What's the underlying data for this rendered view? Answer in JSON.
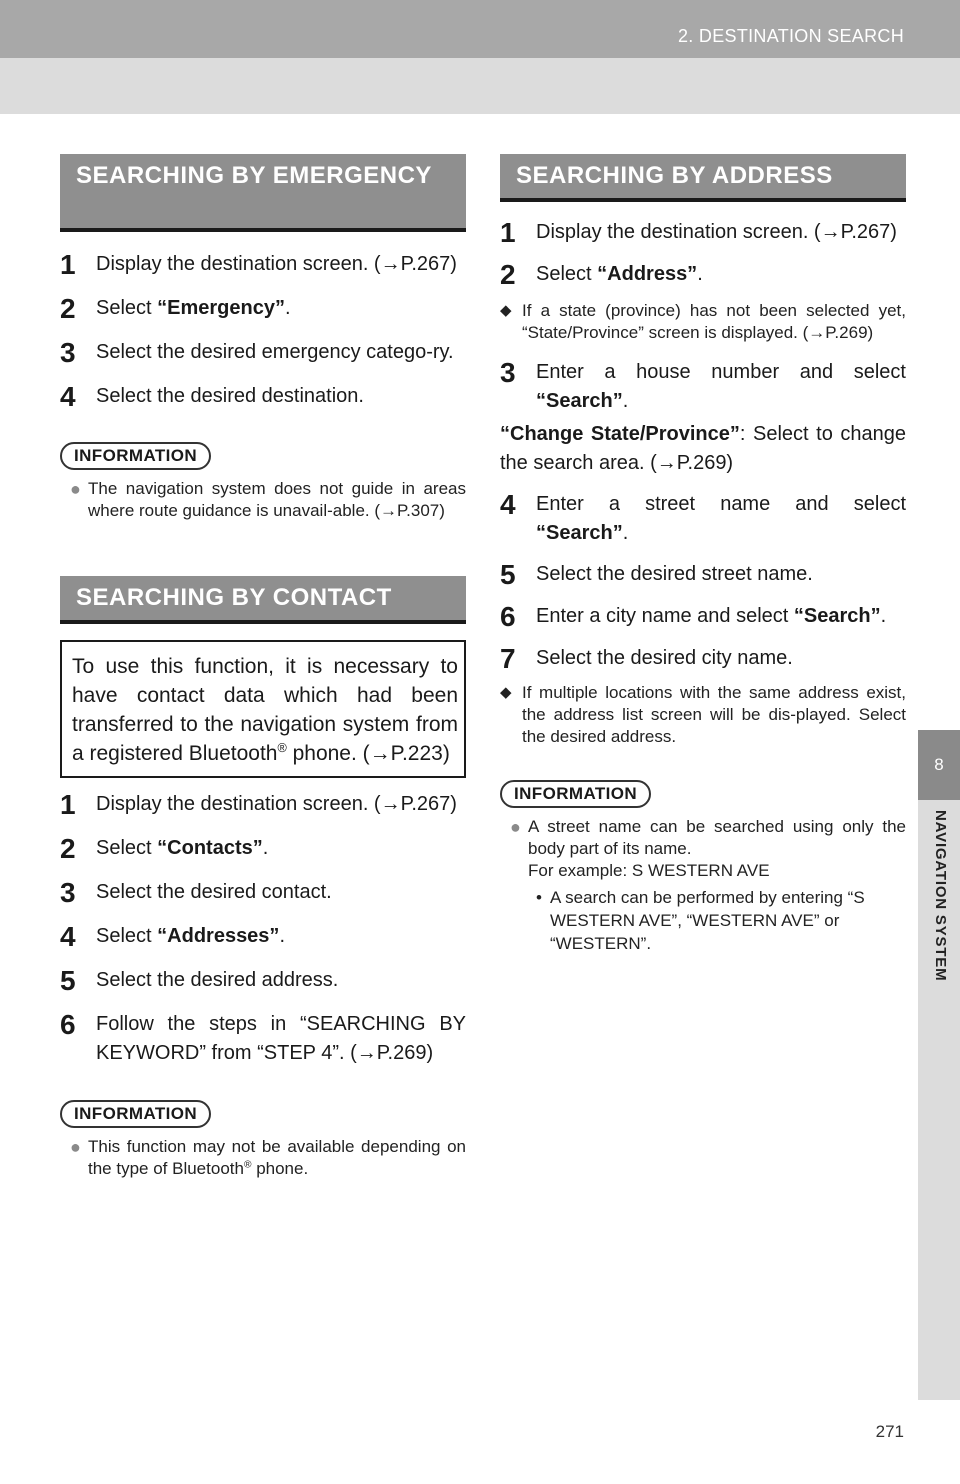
{
  "header": {
    "title": "2. DESTINATION SEARCH"
  },
  "sidebar": {
    "chapter_num": "8",
    "chapter_label": "NAVIGATION SYSTEM"
  },
  "page_number": "271",
  "emergency": {
    "heading": "SEARCHING BY EMERGENCY",
    "steps": [
      {
        "num": "1",
        "text": "Display the destination screen. (→P.267)"
      },
      {
        "num": "2",
        "prefix": "Select ",
        "bold": "“Emergency”",
        "suffix": "."
      },
      {
        "num": "3",
        "text": "Select the desired emergency catego-ry."
      },
      {
        "num": "4",
        "text": "Select the desired destination."
      }
    ],
    "info_label": "INFORMATION",
    "info_items": [
      "The navigation system does not guide in areas where route guidance is unavail-able. (→P.307)"
    ]
  },
  "contact": {
    "heading": "SEARCHING BY CONTACT",
    "note_a": "To use this function, it is necessary to have contact data which had been transferred to the navigation system from a registered Bluetooth",
    "note_sup": "®",
    "note_b": " phone. (→P.223)",
    "steps": [
      {
        "num": "1",
        "text": "Display the destination screen. (→P.267)"
      },
      {
        "num": "2",
        "prefix": "Select ",
        "bold": "“Contacts”",
        "suffix": "."
      },
      {
        "num": "3",
        "text": "Select the desired contact."
      },
      {
        "num": "4",
        "prefix": "Select ",
        "bold": "“Addresses”",
        "suffix": "."
      },
      {
        "num": "5",
        "text": "Select the desired address."
      },
      {
        "num": "6",
        "text": "Follow the steps in “SEARCHING BY KEYWORD” from “STEP 4”. (→P.269)"
      }
    ],
    "info_label": "INFORMATION",
    "info_a": "This function may not be available depending on the type of Bluetooth",
    "info_sup": "®",
    "info_b": " phone."
  },
  "address": {
    "heading": "SEARCHING BY ADDRESS",
    "step1": {
      "num": "1",
      "text": "Display the destination screen. (→P.267)"
    },
    "step2": {
      "num": "2",
      "prefix": "Select ",
      "bold": "“Address”",
      "suffix": "."
    },
    "bullet1": "If a state (province) has not been selected yet, “State/Province” screen is displayed. (→P.269)",
    "step3": {
      "num": "3",
      "prefix": "Enter a house number and select ",
      "bold": "“Search”",
      "suffix": "."
    },
    "change_bold": "“Change State/Province”",
    "change_text": ": Select to change the search area. (→P.269)",
    "step4": {
      "num": "4",
      "prefix": "Enter a street name and select ",
      "bold": "“Search”",
      "suffix": "."
    },
    "step5": {
      "num": "5",
      "text": "Select the desired street name."
    },
    "step6": {
      "num": "6",
      "prefix": "Enter a city name and select ",
      "bold": "“Search”",
      "suffix": "."
    },
    "step7": {
      "num": "7",
      "text": "Select the desired city name."
    },
    "bullet2": "If multiple locations with the same address exist, the address list screen will be dis-played. Select the desired address.",
    "info_label": "INFORMATION",
    "info_item": "A street name can be searched using only the body part of its name.",
    "info_example": "For example: S WESTERN AVE",
    "info_sub": "A search can be performed by entering “S WESTERN AVE”, “WESTERN AVE” or “WESTERN”."
  }
}
